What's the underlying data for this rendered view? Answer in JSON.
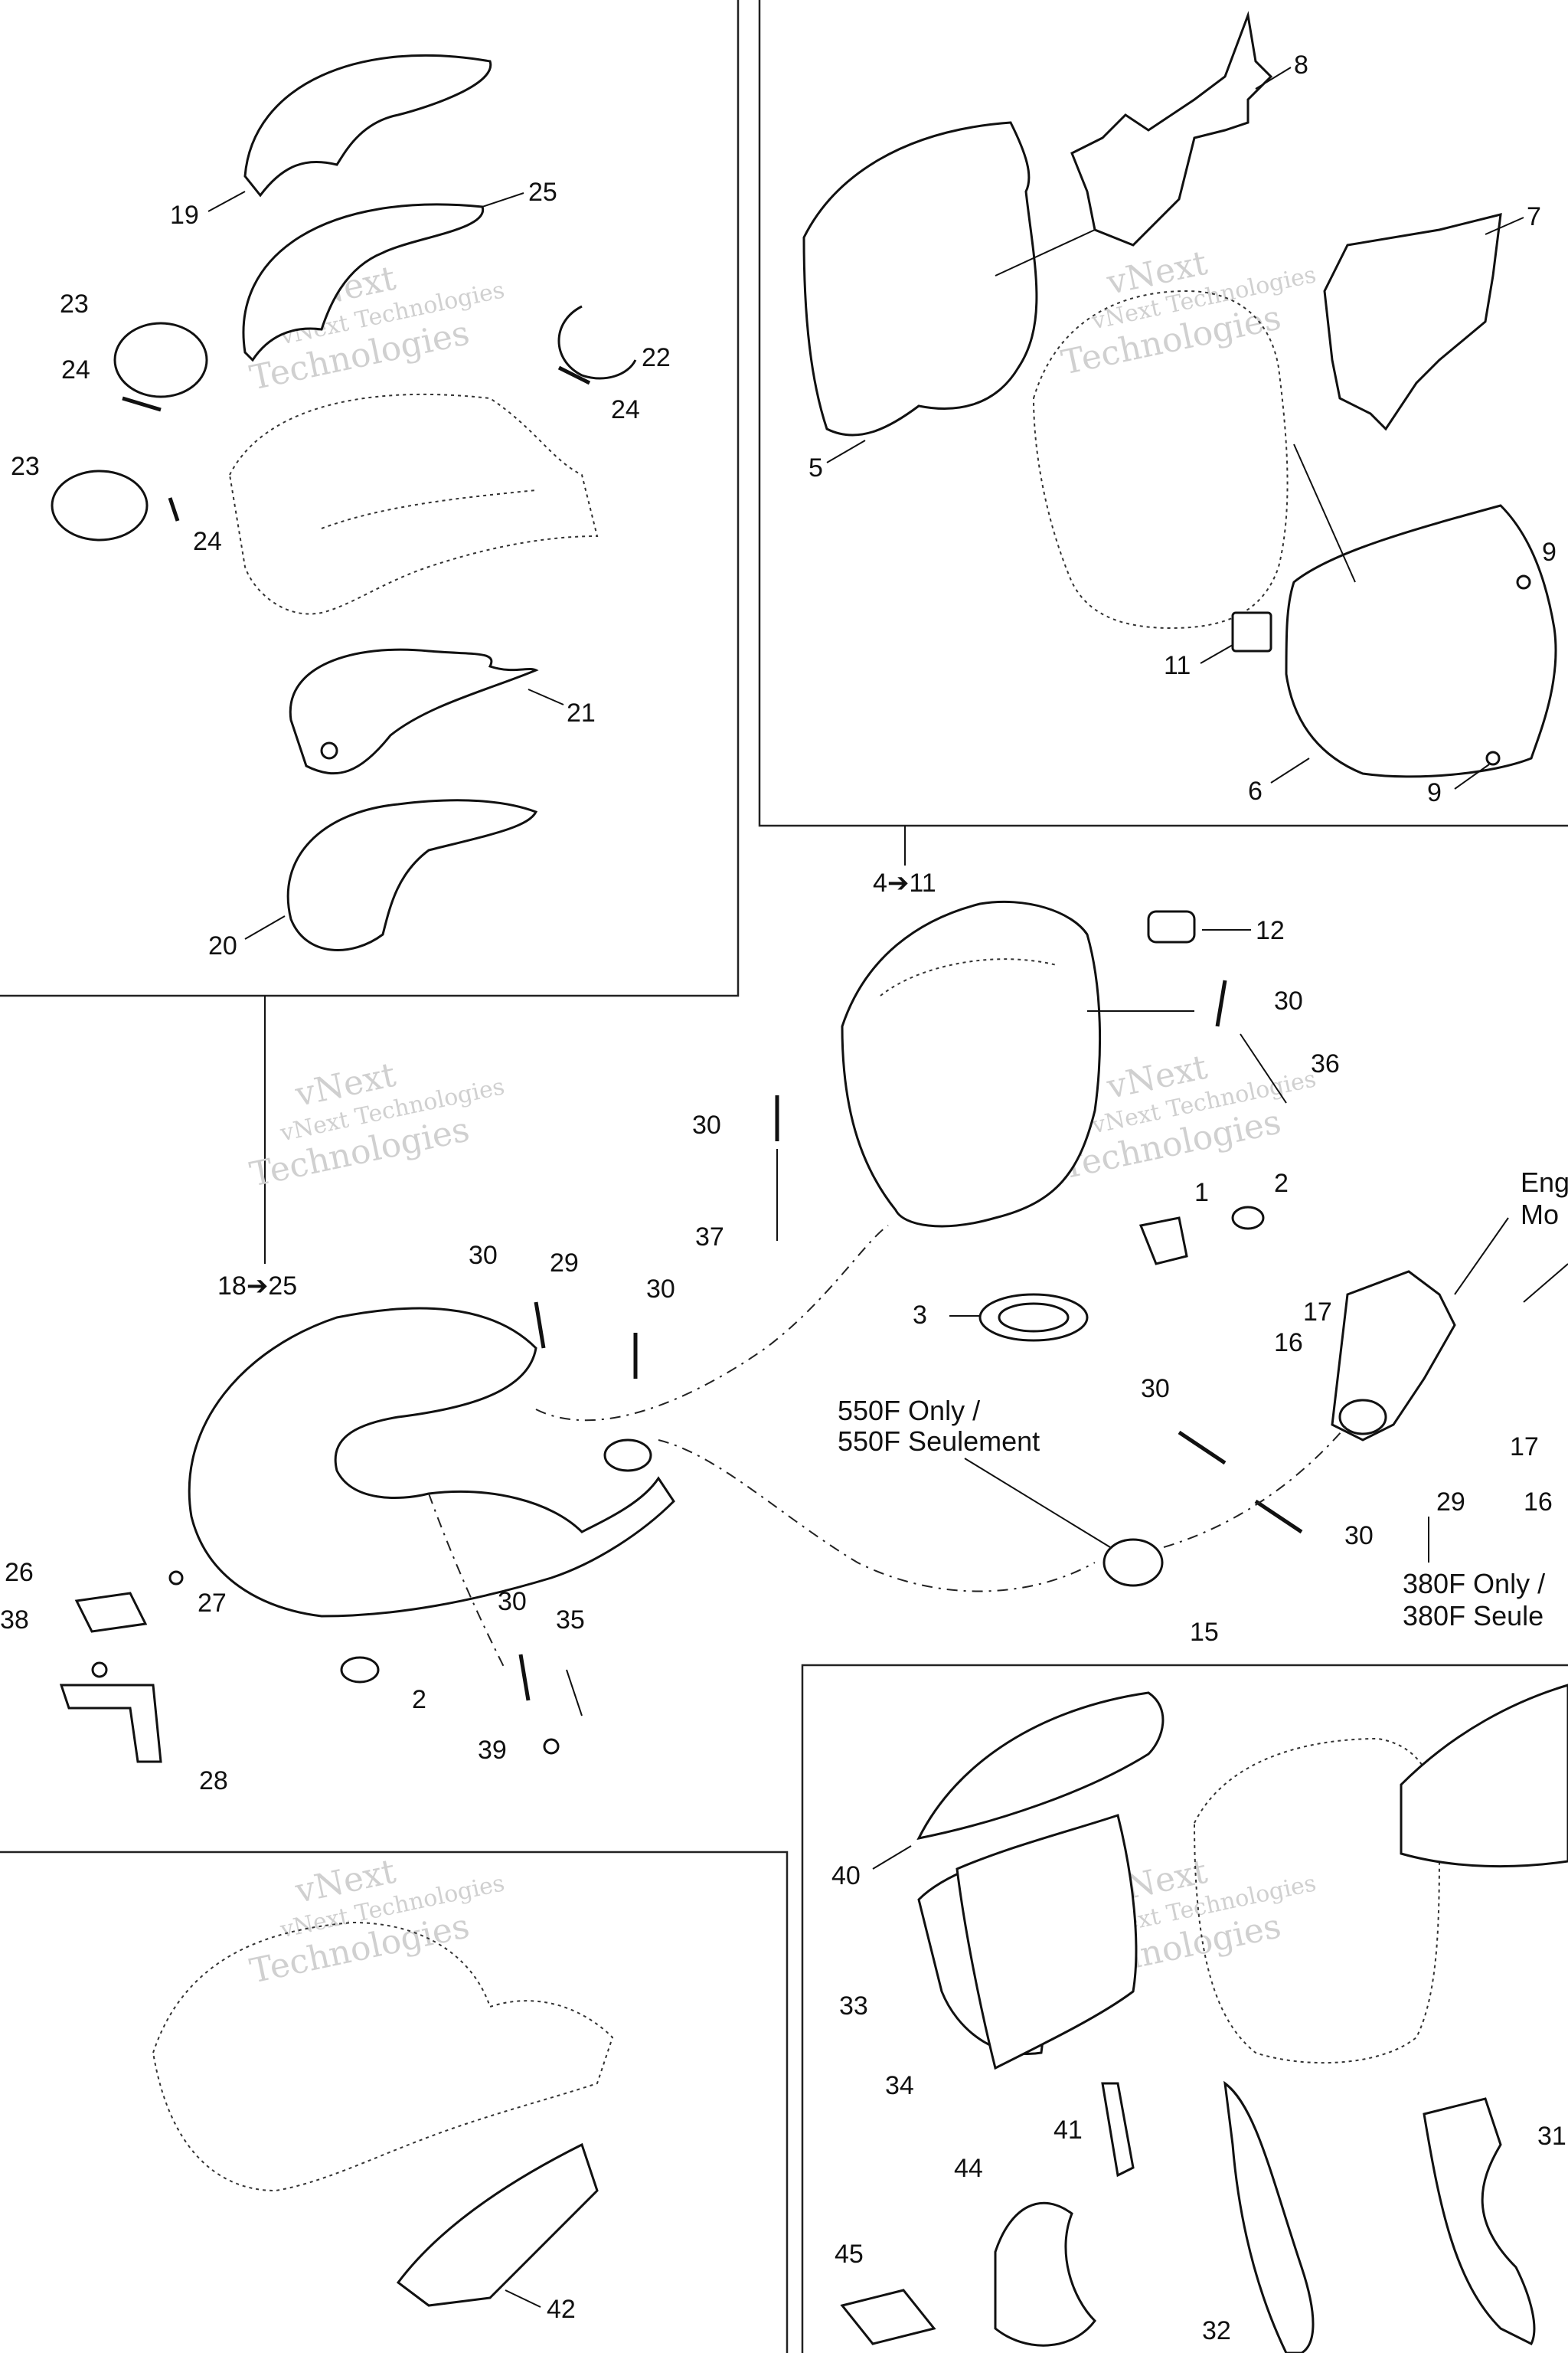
{
  "labels": {
    "l1": "1",
    "l2a": "2",
    "l2b": "2",
    "l3": "3",
    "l4_11": "4➔11",
    "l5": "5",
    "l6": "6",
    "l7": "7",
    "l8": "8",
    "l9a": "9",
    "l9b": "9",
    "l11": "11",
    "l12": "12",
    "l15": "15",
    "l16a": "16",
    "l16b": "16",
    "l17a": "17",
    "l17b": "17",
    "l18_25": "18➔25",
    "l19": "19",
    "l20": "20",
    "l21": "21",
    "l22": "22",
    "l23a": "23",
    "l23b": "23",
    "l24a": "24",
    "l24b": "24",
    "l24c": "24",
    "l25": "25",
    "l26": "26",
    "l27": "27",
    "l28": "28",
    "l29a": "29",
    "l29b": "29",
    "l30a": "30",
    "l30b": "30",
    "l30c": "30",
    "l30d": "30",
    "l30e": "30",
    "l30f": "30",
    "l30g": "30",
    "l31": "31",
    "l32": "32",
    "l33": "33",
    "l34": "34",
    "l35": "35",
    "l36": "36",
    "l37": "37",
    "l38": "38",
    "l39": "39",
    "l40": "40",
    "l41": "41",
    "l42": "42",
    "l44": "44",
    "l45": "45"
  },
  "notes": {
    "n550_line1": "550F Only /",
    "n550_line2": "550F Seulement",
    "n380_line1": "380F Only /",
    "n380_line2": "380F Seule",
    "engine_line1": "Eng",
    "engine_line2": "Mo"
  },
  "watermark": {
    "line1": "vNext Technologies",
    "line2": "vNext",
    "line3": "Technologies"
  },
  "colors": {
    "ink": "#111111",
    "watermark": "#d0d0d0",
    "background": "#ffffff"
  }
}
